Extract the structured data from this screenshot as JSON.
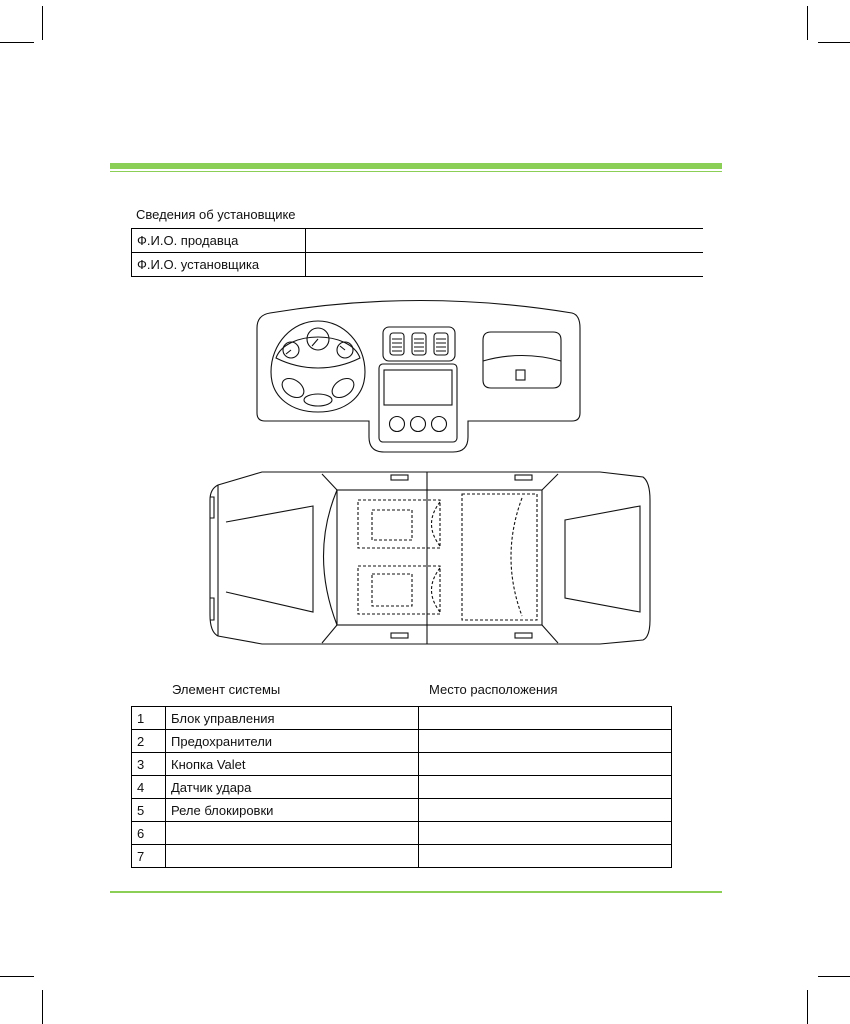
{
  "installer": {
    "title": "Сведения об установщике",
    "rows": [
      {
        "label": "Ф.И.О. продавца",
        "value": ""
      },
      {
        "label": "Ф.И.О. установщика",
        "value": ""
      }
    ]
  },
  "system": {
    "col_element": "Элемент системы",
    "col_location": "Место расположения",
    "rows": [
      {
        "num": "1",
        "name": "Блок управления",
        "location": ""
      },
      {
        "num": "2",
        "name": "Предохранители",
        "location": ""
      },
      {
        "num": "3",
        "name": "Кнопка Valet",
        "location": ""
      },
      {
        "num": "4",
        "name": "Датчик удара",
        "location": ""
      },
      {
        "num": "5",
        "name": "Реле блокировки",
        "location": ""
      },
      {
        "num": "6",
        "name": "",
        "location": ""
      },
      {
        "num": "7",
        "name": "",
        "location": ""
      }
    ]
  },
  "colors": {
    "accent": "#8ccf56"
  }
}
